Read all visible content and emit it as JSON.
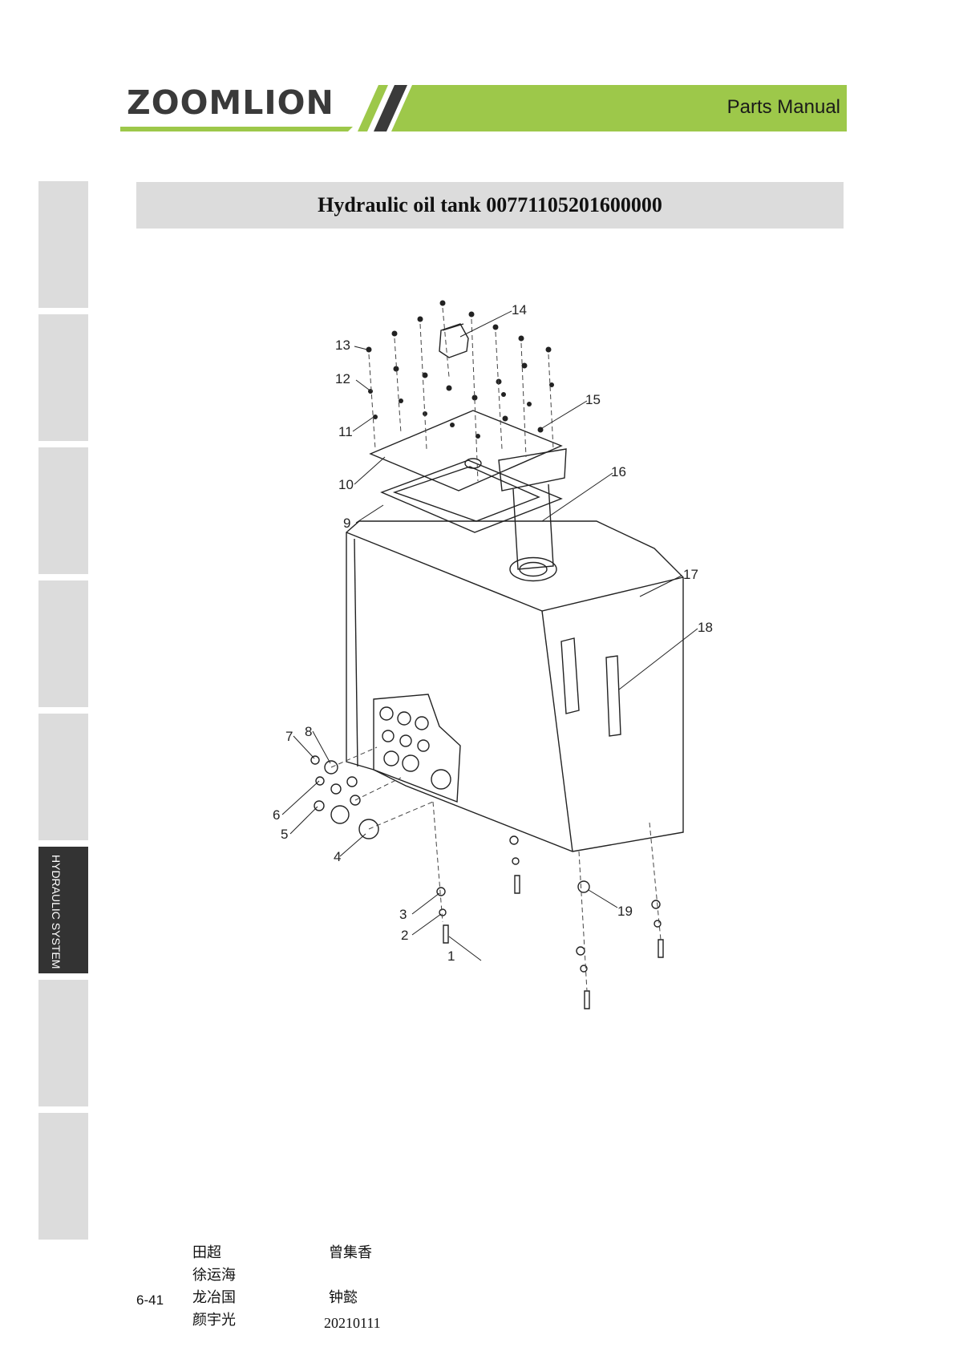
{
  "header": {
    "logo_text": "ZOOMLION",
    "manual_label": "Parts Manual",
    "brand_green": "#9dc84a",
    "stripe_dark": "#3a3a3a"
  },
  "side_tabs": {
    "items": [
      {
        "label": ""
      },
      {
        "label": ""
      },
      {
        "label": ""
      },
      {
        "label": ""
      },
      {
        "label": ""
      },
      {
        "label": "HYDRAULIC SYSTEM",
        "active": true
      },
      {
        "label": ""
      },
      {
        "label": ""
      }
    ]
  },
  "title": "Hydraulic oil tank 00771105201600000",
  "drawing": {
    "callouts": [
      "1",
      "2",
      "3",
      "4",
      "5",
      "6",
      "7",
      "8",
      "9",
      "10",
      "11",
      "12",
      "13",
      "14",
      "15",
      "16",
      "17",
      "18",
      "19"
    ]
  },
  "footer": {
    "page_number": "6-41",
    "names_left": [
      "田超",
      "徐运海",
      "龙冶国",
      "颜宇光"
    ],
    "names_right": [
      "曾集香",
      "钟懿"
    ],
    "date": "20210111"
  }
}
